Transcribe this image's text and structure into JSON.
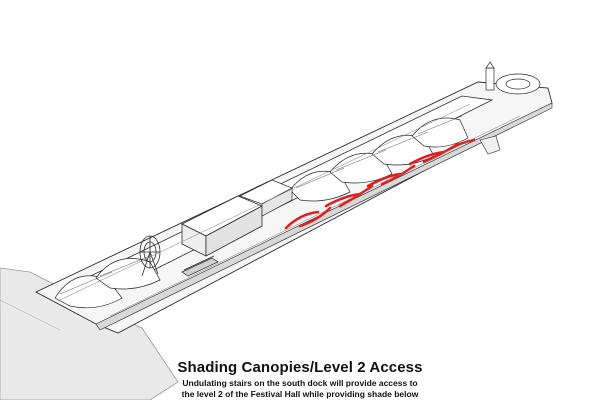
{
  "caption": {
    "title": "Shading Canopies/Level 2 Access",
    "description_line1": "Undulating stairs on the south dock will provide access to",
    "description_line2": "the level 2 of the Festival Hall while providing shade below"
  },
  "colors": {
    "background": "#ffffff",
    "line_work": "#2b2b2b",
    "ground_fill": "#e9e9e9",
    "dock_fill": "#f6f6f6",
    "highlight_stairs": "#e41c1c"
  }
}
